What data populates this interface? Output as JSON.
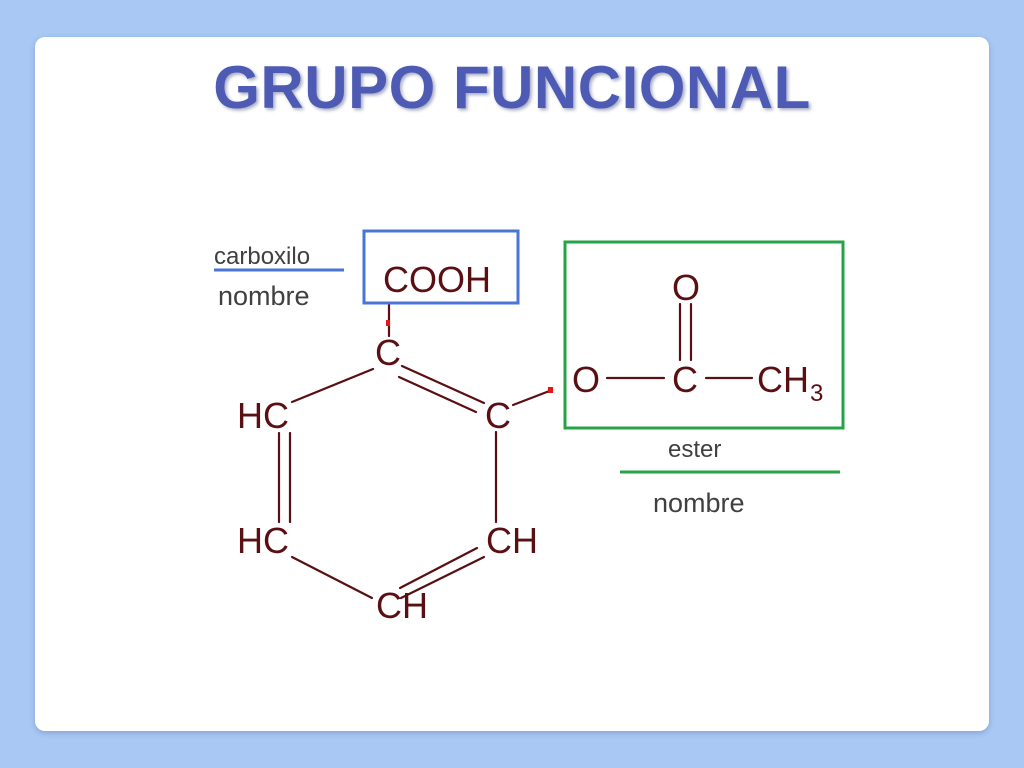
{
  "slide": {
    "title": "GRUPO FUNCIONAL",
    "colors": {
      "background": "#a9c8f3",
      "card": "#ffffff",
      "title": "#4e5bb5",
      "atoms": "#5a0f12",
      "carboxyl_box": "#4a74d6",
      "ester_box": "#27a347",
      "bond_dot": "#e0161b"
    }
  },
  "molecule": {
    "ring": {
      "c1": "C",
      "c2": "C",
      "c3": "CH",
      "c4": "CH",
      "c5": "HC",
      "c6": "HC"
    },
    "carboxyl_formula": "COOH",
    "ester": {
      "o_single": "O",
      "c_center": "C",
      "o_double": "O",
      "methyl": "CH",
      "methyl_subscript": "3"
    }
  },
  "annotations": {
    "carboxyl": {
      "group_label": "carboxilo",
      "name_label": "nombre"
    },
    "ester": {
      "group_label": "ester",
      "name_label": "nombre"
    }
  }
}
